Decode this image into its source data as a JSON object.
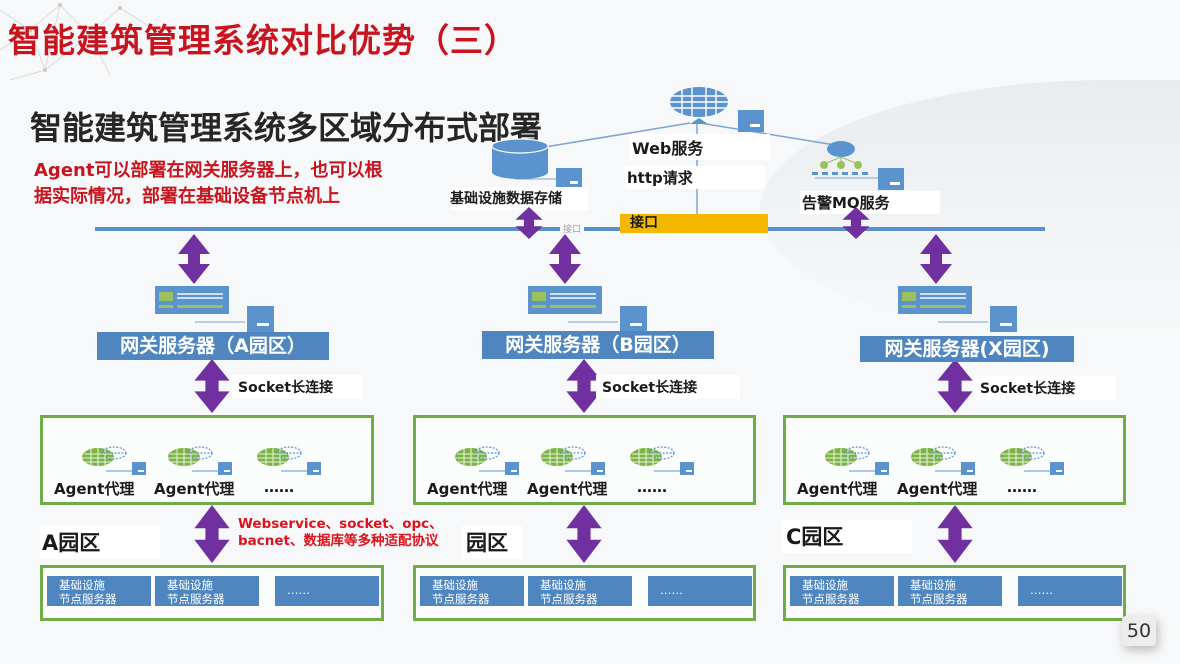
{
  "slide": {
    "title": "智能建筑管理系统对比优势（三）",
    "subtitle": "智能建筑管理系统多区域分布式部署",
    "note_lines": [
      "Agent可以部署在网关服务器上，也可以根",
      "据实际情况，部署在基础设备节点机上"
    ],
    "page_number": "50"
  },
  "top_services": {
    "storage": "基础设施数据存储",
    "web": "Web服务",
    "http": "http请求",
    "mq": "告警MQ服务",
    "interface": "接口",
    "interface_faint": "接口"
  },
  "zones": [
    {
      "gateway": "网关服务器（A园区）",
      "socket": "Socket长连接",
      "agents": [
        "Agent代理",
        "Agent代理",
        "……"
      ],
      "zone_label": "A园区",
      "nodes": [
        {
          "line1": "基础设施",
          "line2": "节点服务器"
        },
        {
          "line1": "基础设施",
          "line2": "节点服务器"
        },
        {
          "line1": "……",
          "line2": ""
        }
      ]
    },
    {
      "gateway": "网关服务器（B园区）",
      "socket": "Socket长连接",
      "agents": [
        "Agent代理",
        "Agent代理",
        "……"
      ],
      "zone_label": "园区",
      "nodes": [
        {
          "line1": "基础设施",
          "line2": "节点服务器"
        },
        {
          "line1": "基础设施",
          "line2": "节点服务器"
        },
        {
          "line1": "……",
          "line2": ""
        }
      ]
    },
    {
      "gateway": "网关服务器(X园区)",
      "socket": "Socket长连接",
      "agents": [
        "Agent代理",
        "Agent代理",
        "……"
      ],
      "zone_label": "C园区",
      "nodes": [
        {
          "line1": "基础设施",
          "line2": "节点服务器"
        },
        {
          "line1": "基础设施",
          "line2": "节点服务器"
        },
        {
          "line1": "……",
          "line2": ""
        }
      ]
    }
  ],
  "protocol_note": [
    "Webservice、socket、opc、",
    "bacnet、数据库等多种适配协议"
  ],
  "colors": {
    "title_red": "#c8141e",
    "arrow_purple": "#7030a0",
    "bus_blue": "#5b8fc9",
    "server_blue": "#4f86c0",
    "zone_green": "#70ad47",
    "interface_yellow": "#f5b800"
  }
}
